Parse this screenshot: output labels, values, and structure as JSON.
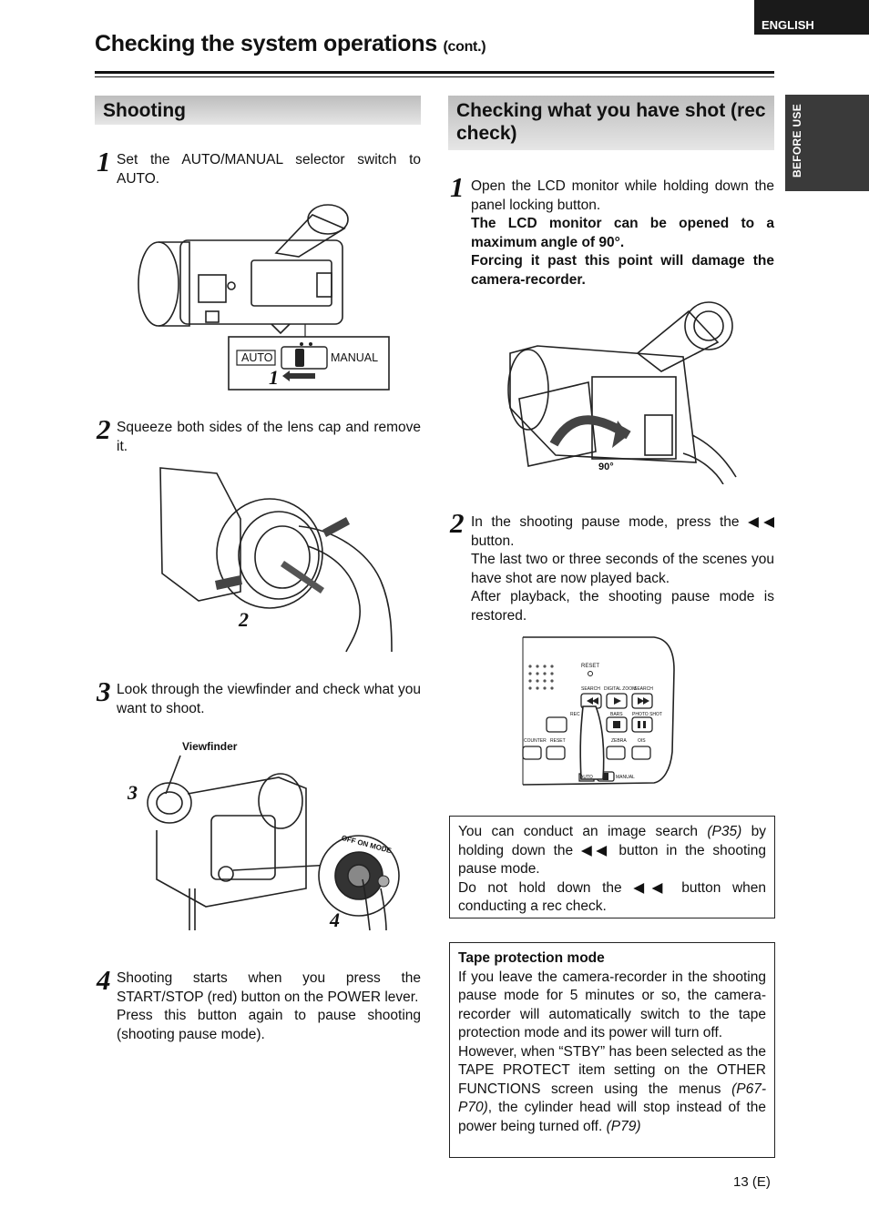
{
  "header": {
    "language_tab": "ENGLISH",
    "side_tab": "BEFORE USE",
    "title": "Checking the system operations",
    "title_cont": "(cont.)"
  },
  "shooting": {
    "heading": "Shooting",
    "step1": {
      "num": "1",
      "text": "Set the AUTO/MANUAL selector switch to AUTO.",
      "fig": {
        "auto": "AUTO",
        "manual": "MANUAL",
        "callout": "1"
      }
    },
    "step2": {
      "num": "2",
      "text": "Squeeze both sides of the lens cap and remove it.",
      "fig": {
        "callout": "2"
      }
    },
    "step3": {
      "num": "3",
      "text": "Look through the viewfinder and check what you want to shoot.",
      "fig": {
        "viewfinder": "Viewfinder",
        "callout3": "3",
        "callout4": "4",
        "dial": "OFF ON MODE"
      }
    },
    "step4": {
      "num": "4",
      "line1": "Shooting starts when you press the START/STOP (red) button on the POWER lever.",
      "line2": "Press this button again to pause shooting (shooting pause mode)."
    }
  },
  "rec_check": {
    "heading": "Checking what you have shot (rec check)",
    "step1": {
      "num": "1",
      "text": "Open the LCD monitor while holding down the panel locking button.",
      "bold1": "The LCD monitor can be opened to a maximum angle of 90°.",
      "bold2": "Forcing it past this point will damage the camera-recorder.",
      "fig": {
        "angle": "90°"
      }
    },
    "step2": {
      "num": "2",
      "text": "In the shooting pause mode, press the ◀◀ button.",
      "line2": "The last two or three seconds of the scenes you have shot are now played back.",
      "line3": "After playback, the shooting pause mode is restored.",
      "fig": {
        "reset": "RESET",
        "search_l": "SEARCH",
        "digital_zoom": "DIGITAL ZOOM",
        "search_r": "SEARCH",
        "rec": "REC",
        "bars": "BARS",
        "photo_shot": "PHOTO SHOT",
        "counter": "COUNTER",
        "reset2": "RESET",
        "zebra": "ZEBRA",
        "ois": "OIS",
        "auto": "AUTO",
        "manual": "MANUAL"
      }
    }
  },
  "note_box": {
    "p1_a": "You can conduct an image search ",
    "p1_ref": "(P35)",
    "p1_b": " by holding down the ◀◀ button in the shooting pause mode.",
    "p2": "Do not hold down the ◀◀ button when conducting a rec check."
  },
  "tape_box": {
    "title": "Tape protection mode",
    "p1": "If you leave the camera-recorder in the shooting pause mode for 5 minutes or so, the camera-recorder will automatically switch to the tape protection mode and its power will turn off.",
    "p2_a": "However, when “STBY” has been selected as the TAPE PROTECT item setting on the OTHER FUNCTIONS screen using the menus ",
    "p2_ref1": "(P67-P70)",
    "p2_b": ", the cylinder head will stop instead of the power being turned off. ",
    "p2_ref2": "(P79)"
  },
  "footer": {
    "page": "13 (E)"
  }
}
